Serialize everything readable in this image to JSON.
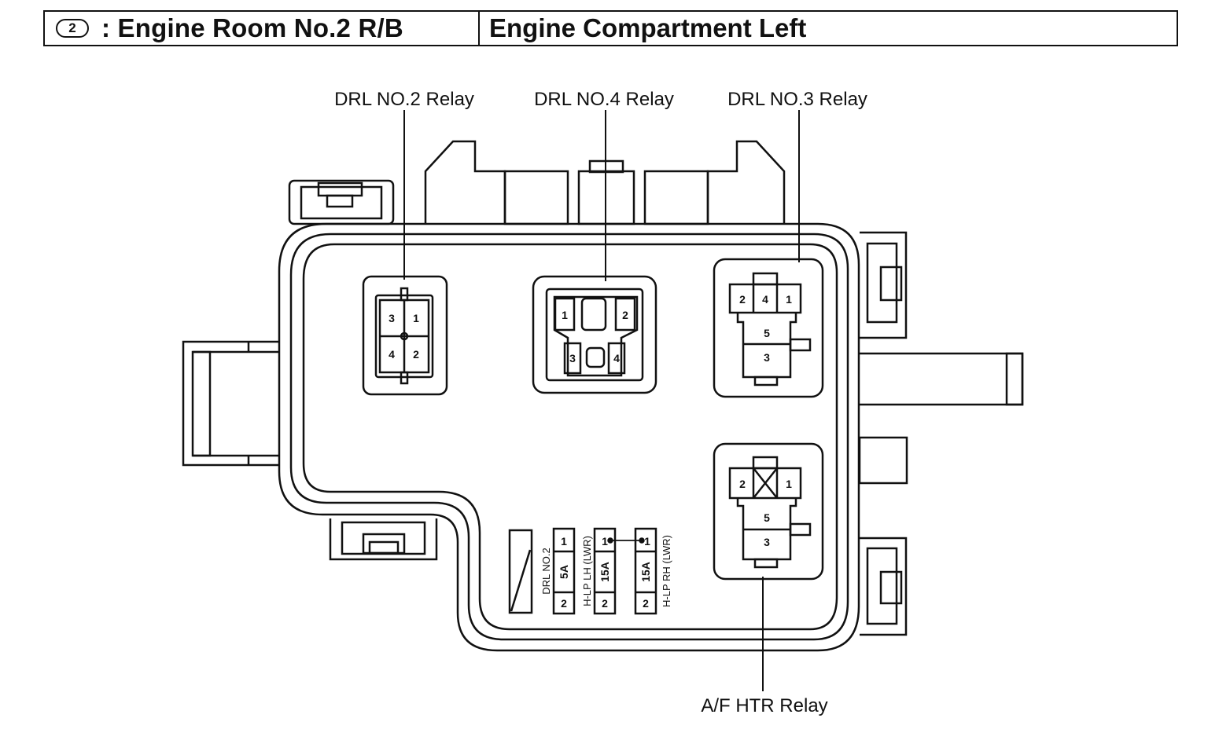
{
  "header": {
    "badge": "2",
    "title": ": Engine Room No.2 R/B",
    "location": "Engine Compartment Left"
  },
  "relays": {
    "drl2": {
      "label": "DRL NO.2 Relay",
      "pins": [
        "3",
        "1",
        "4",
        "2"
      ]
    },
    "drl4": {
      "label": "DRL NO.4 Relay",
      "pins": [
        "1",
        "2",
        "3",
        "4"
      ]
    },
    "drl3": {
      "label": "DRL NO.3 Relay",
      "pins": [
        "2",
        "4",
        "1",
        "5",
        "3"
      ]
    },
    "afhtr": {
      "label": "A/F HTR Relay",
      "pins": [
        "2",
        "1",
        "5",
        "3"
      ]
    }
  },
  "fuses": [
    {
      "name": "DRL NO.2",
      "rating": "5A",
      "pin_top": "1",
      "pin_bottom": "2"
    },
    {
      "name": "H-LP LH (LWR)",
      "rating": "15A",
      "pin_top": "1",
      "pin_bottom": "2"
    },
    {
      "name": "H-LP RH (LWR)",
      "rating": "15A",
      "pin_top": "1",
      "pin_bottom": "2"
    }
  ]
}
